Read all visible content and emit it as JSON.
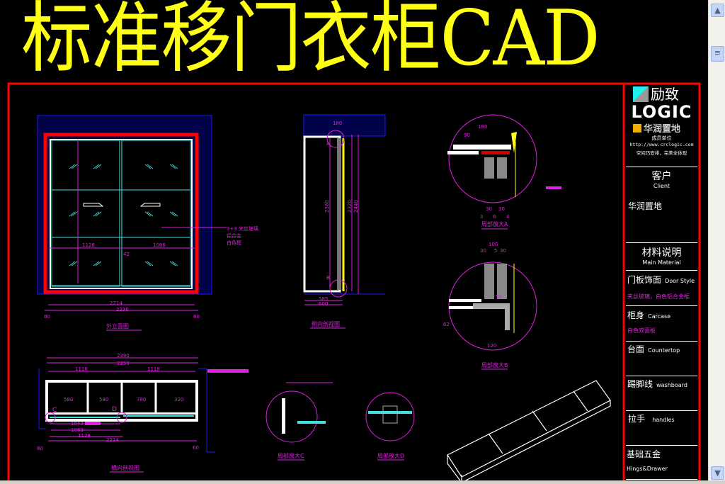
{
  "headline": "标准移门衣柜CAD",
  "colors": {
    "background": "#000000",
    "headline": "#ffff14",
    "frame": "#ff0000",
    "dimension": "#e020e0",
    "glass": "#40e0e0",
    "wall": "#1a1aff"
  },
  "title_block": {
    "logo_cn": "励致",
    "logo_en": "LOGIC",
    "sub_brand": "华润置地",
    "member": "成员单位",
    "url": "http://www.crclogic.com",
    "slogan": "空间巧安排，完美全体现",
    "client_cn": "客户",
    "client_en": "Client",
    "client_value": "华润置地",
    "material_cn": "材料说明",
    "material_en": "Main Material",
    "rows": [
      {
        "cn": "门板饰面",
        "en": "Door Style",
        "note": "夹丝玻璃，白色铝合金框"
      },
      {
        "cn": "柜身",
        "en": "Carcase",
        "note": "白色双面板"
      },
      {
        "cn": "台面",
        "en": "Countertop",
        "note": ""
      },
      {
        "cn": "踢脚线",
        "en": "washboard",
        "note": ""
      },
      {
        "cn": "拉手",
        "en": "handles",
        "note": ""
      },
      {
        "cn": "基础五金",
        "en": "Hings&Drawer",
        "note": ""
      }
    ]
  },
  "drawings": {
    "elevation": {
      "title": "外立面图",
      "dims": [
        "1128",
        "1086",
        "42",
        "2214",
        "2230",
        "80",
        "80"
      ],
      "note": [
        "3+3 夹丝玻璃",
        "铝合金",
        "白色框"
      ]
    },
    "side_section": {
      "title": "侧向剖视图",
      "dims": [
        "180",
        "2380",
        "2320",
        "2440",
        "585",
        "600"
      ],
      "markers": [
        "A",
        "B"
      ]
    },
    "detail_a": {
      "title": "局部放大A",
      "dims": [
        "180",
        "90",
        "30",
        "30",
        "3",
        "6",
        "4"
      ]
    },
    "detail_b": {
      "title": "局部放大B",
      "dims": [
        "100",
        "30",
        "5",
        "30",
        "50",
        "120",
        "62"
      ]
    },
    "plan_section": {
      "title": "横向剖视图",
      "dims": [
        "2390",
        "2250",
        "1118",
        "1118",
        "580",
        "580",
        "780",
        "320",
        "1042",
        "1080",
        "1128",
        "2214",
        "80",
        "60"
      ],
      "markers": [
        "C",
        "D"
      ]
    },
    "detail_c": {
      "title": "局部放大C"
    },
    "detail_d": {
      "title": "局部放大D"
    }
  },
  "scrollbar": {
    "up_icon": "chevron-up-icon",
    "thumb_icon": "grip-icon",
    "down_icon": "chevron-down-icon"
  }
}
